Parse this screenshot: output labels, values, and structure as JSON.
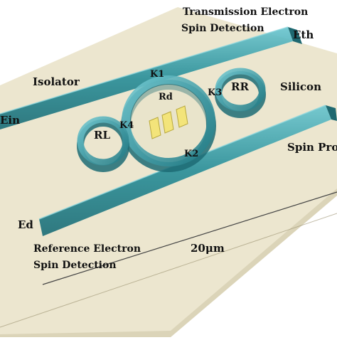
{
  "labels": {
    "transmission_line1": "Transmission Electron",
    "transmission_line2": "Spin Detection",
    "eth": "Eth",
    "isolator": "Isolator",
    "silicon": "Silicon",
    "ein": "Ein",
    "k1": "K1",
    "k2": "K2",
    "k3": "K3",
    "k4": "K4",
    "rd": "Rd",
    "rl": "RL",
    "rr": "RR",
    "spin_proj": "Spin Proje",
    "ed": "Ed",
    "reference_line1": "Reference Electron",
    "reference_line2": "Spin Detection",
    "scale": "20μm"
  },
  "colors": {
    "substrate_top": "#ece6cf",
    "substrate_side": "#bdb595",
    "waveguide": "#2b8f99",
    "waveguide_light": "#57b9c2",
    "ring": "#2f98a3",
    "electrode": "#f0e070"
  }
}
